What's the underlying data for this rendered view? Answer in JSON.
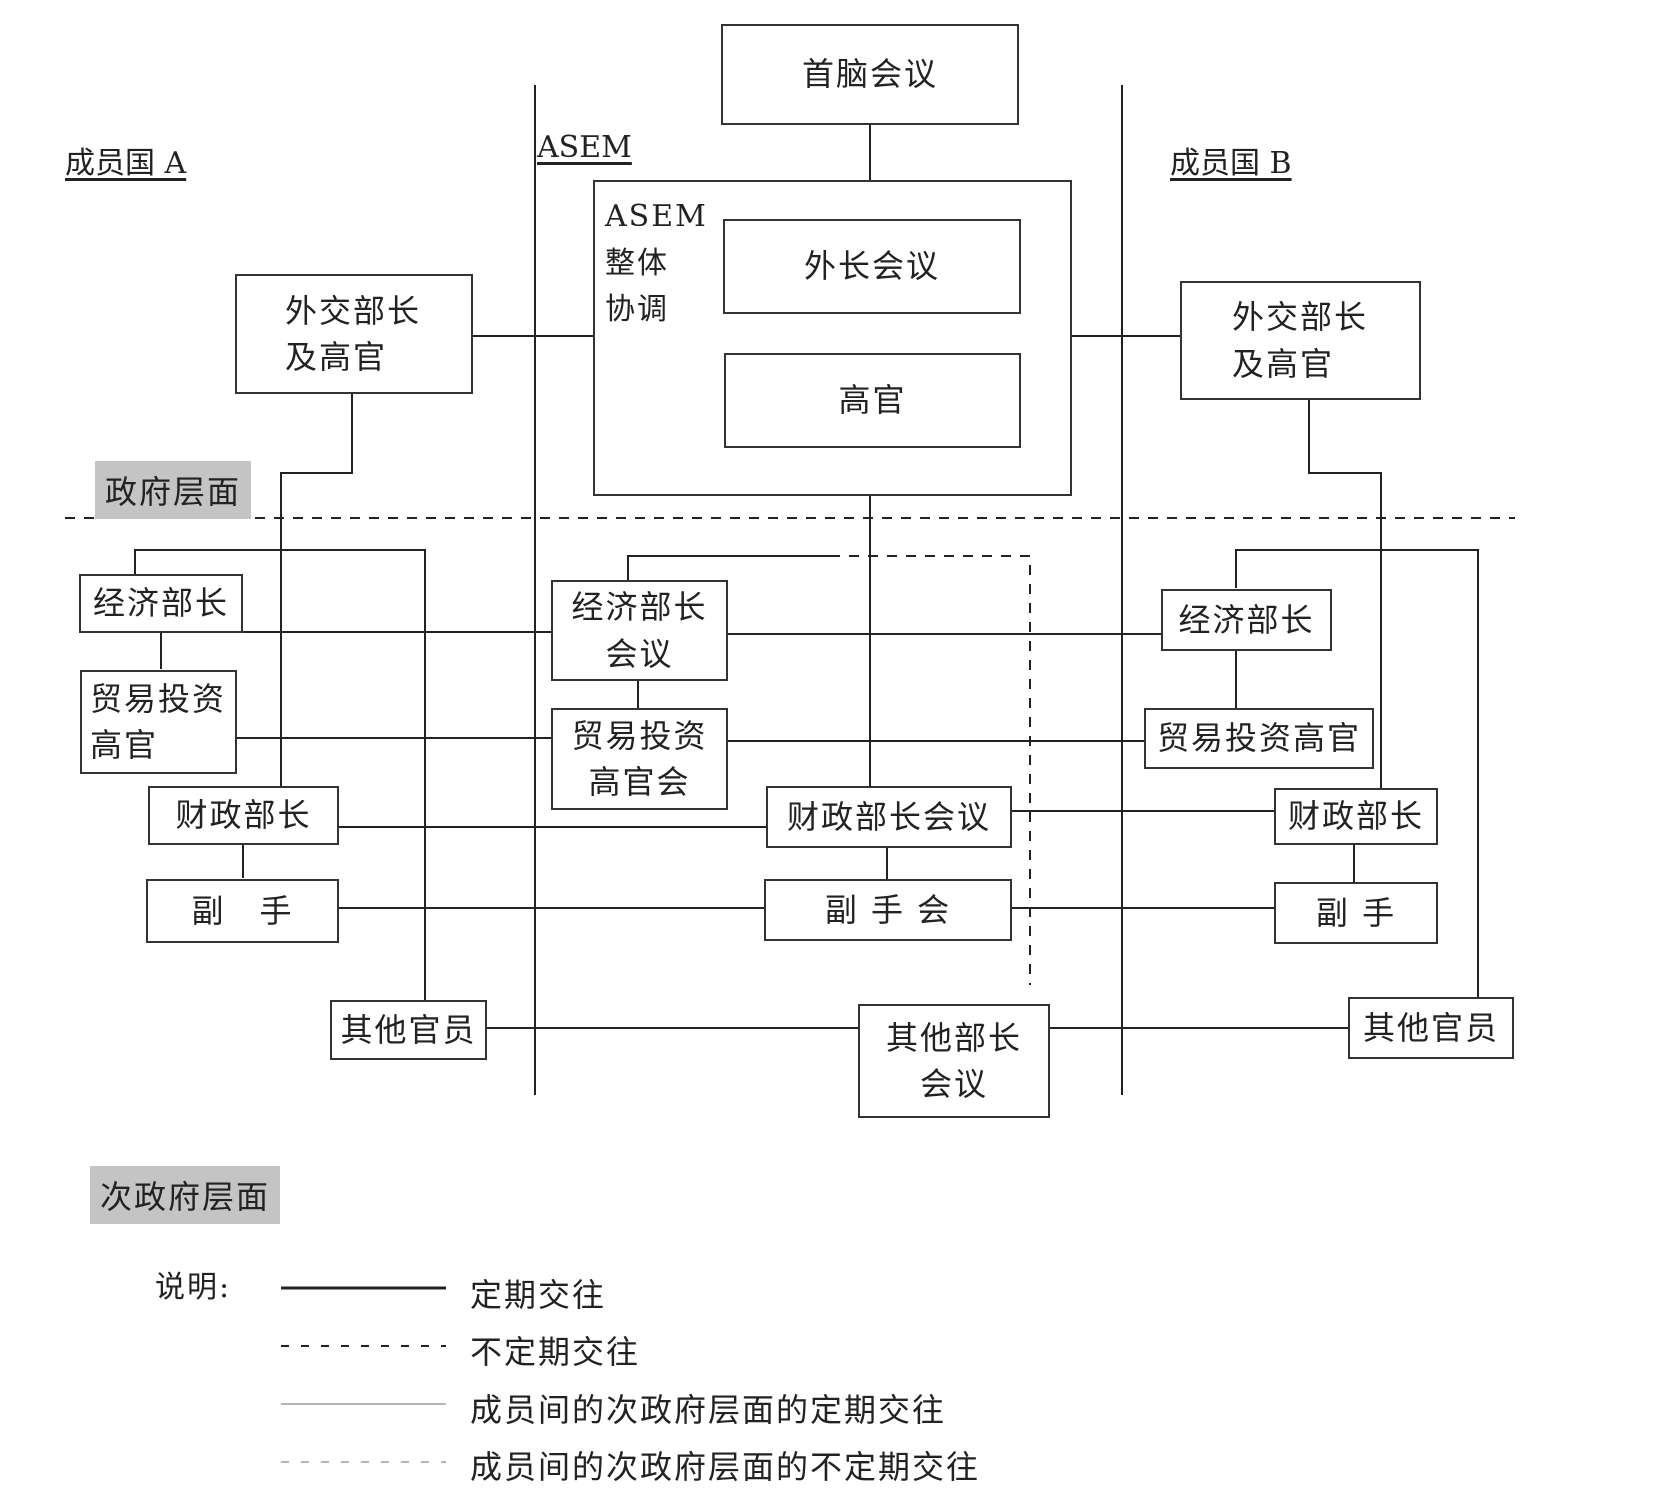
{
  "headers": {
    "member_a": "成员国 A",
    "asem": "ASEM",
    "member_b": "成员国 B"
  },
  "asem_coordination": [
    "ASEM",
    "整体",
    "协调"
  ],
  "levels": {
    "government": "政府层面",
    "sub_government": "次政府层面"
  },
  "center": {
    "summit": "首脑会议",
    "foreign_ministers": "外长会议",
    "senior_officials": "高官",
    "econ_ministers_meeting": [
      "经济部长",
      "会议"
    ],
    "trade_invest_meeting": [
      "贸易投资",
      "高官会"
    ],
    "finance_ministers_meeting": "财政部长会议",
    "deputies_meeting": "副 手 会",
    "other_ministers_meeting": [
      "其他部长",
      "会议"
    ]
  },
  "member_a": {
    "foreign": [
      "外交部长",
      "及高官"
    ],
    "econ": "经济部长",
    "trade": [
      "贸易投资",
      "高官"
    ],
    "finance": "财政部长",
    "deputy": "副　手",
    "others": "其他官员"
  },
  "member_b": {
    "foreign": [
      "外交部长",
      "及高官"
    ],
    "econ": "经济部长",
    "trade": "贸易投资高官",
    "finance": "财政部长",
    "deputy": "副 手",
    "others": "其他官员"
  },
  "legend": {
    "title": "说明:",
    "items": [
      {
        "label": "定期交往",
        "style": "solid",
        "color": "#222222"
      },
      {
        "label": "不定期交往",
        "style": "dashed",
        "color": "#222222"
      },
      {
        "label": "成员间的次政府层面的定期交往",
        "style": "solid",
        "color": "#b5b5b5"
      },
      {
        "label": "成员间的次政府层面的不定期交往",
        "style": "dashed",
        "color": "#b5b5b5"
      }
    ]
  },
  "colors": {
    "line": "#222222",
    "light_line": "#b5b5b5",
    "tag_bg": "#c4c4c4"
  }
}
